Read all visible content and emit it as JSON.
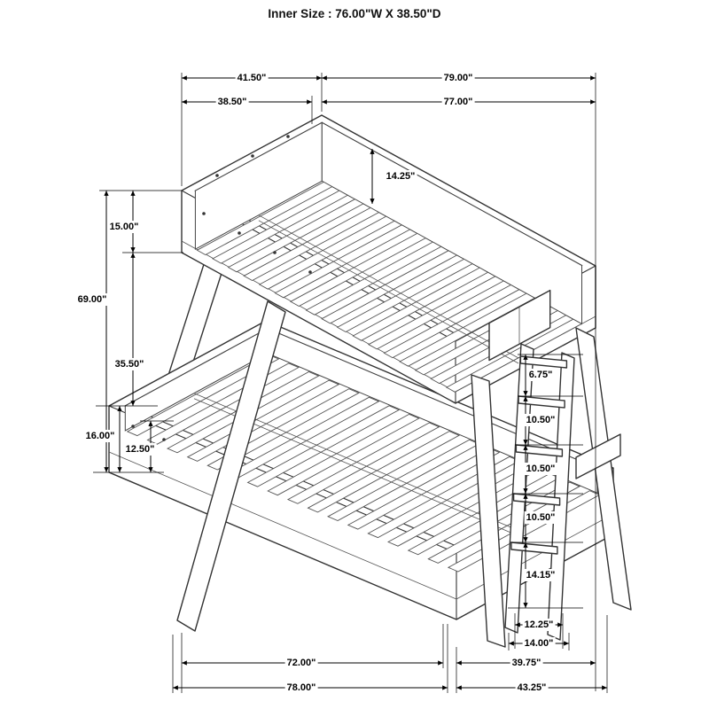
{
  "title": "Inner Size : 76.00\"W X 38.50\"D",
  "colors": {
    "line": "#333333",
    "dimension": "#000000",
    "background": "#ffffff"
  },
  "dims": {
    "d4150": "41.50\"",
    "d7900": "79.00\"",
    "d3850": "38.50\"",
    "d7700": "77.00\"",
    "d1425": "14.25\"",
    "d1500": "15.00\"",
    "d6900": "69.00\"",
    "d3550": "35.50\"",
    "d1600": "16.00\"",
    "d1250": "12.50\"",
    "d675": "6.75\"",
    "d1050a": "10.50\"",
    "d1050b": "10.50\"",
    "d1050c": "10.50\"",
    "d1415": "14.15\"",
    "d1225": "12.25\"",
    "d1400": "14.00\"",
    "d7200": "72.00\"",
    "d3975": "39.75\"",
    "d7800": "78.00\"",
    "d4325": "43.25\""
  }
}
